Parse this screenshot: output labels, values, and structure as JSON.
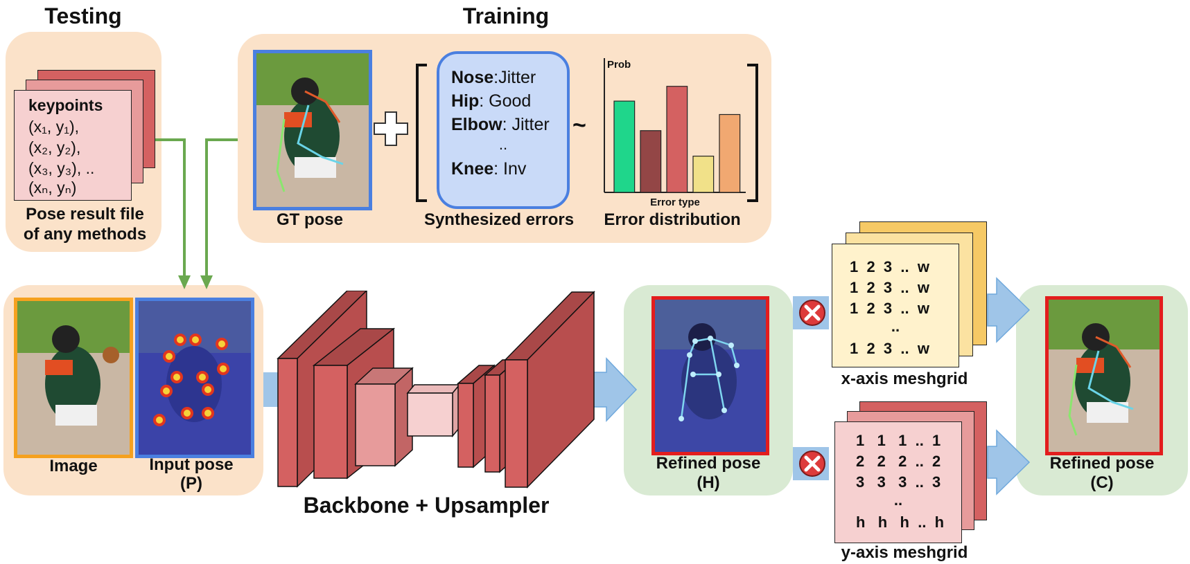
{
  "headers": {
    "testing": "Testing",
    "training": "Training"
  },
  "testing_card": {
    "title": "keypoints",
    "lines": [
      "(x₁, y₁),",
      "(x₂, y₂),",
      "(x₃, y₃), ..",
      "(xₙ, yₙ)"
    ],
    "caption_1": "Pose result file",
    "caption_2": "of any methods"
  },
  "training": {
    "gt_caption": "GT pose",
    "errors_caption": "Synthesized errors",
    "dist_caption": "Error distribution",
    "errors": [
      {
        "part": "Nose",
        "value": ":Jitter"
      },
      {
        "part": "Hip",
        "value": ": Good"
      },
      {
        "part": "Elbow",
        "value": ": Jitter"
      },
      {
        "part": "",
        "value": ".."
      },
      {
        "part": "Knee",
        "value": ": Inv"
      }
    ],
    "tilde": "~"
  },
  "chart_data": {
    "type": "bar",
    "title": "",
    "ylabel": "Prob",
    "xlabel": "Error type",
    "categories": [
      "",
      "",
      "",
      "",
      ""
    ],
    "values": [
      0.68,
      0.46,
      0.79,
      0.27,
      0.58
    ],
    "colors": [
      "#1fd68b",
      "#934646",
      "#d46161",
      "#f1e189",
      "#f1a871"
    ],
    "ylim": [
      0,
      1
    ],
    "grid": false
  },
  "input": {
    "image_caption": "Image",
    "pose_caption_1": "Input pose",
    "pose_caption_2": "(P)"
  },
  "backbone": {
    "caption": "Backbone + Upsampler"
  },
  "refined_h": {
    "caption_1": "Refined pose",
    "caption_2": "(H)"
  },
  "refined_c": {
    "caption_1": "Refined pose",
    "caption_2": "(C)"
  },
  "x_grid": {
    "caption": "x-axis meshgrid",
    "rows": [
      "1  2  3  ..  w",
      "1  2  3  ..  w",
      "1  2  3  ..  w",
      "..",
      "1  2  3  ..  w"
    ]
  },
  "y_grid": {
    "caption": "y-axis meshgrid",
    "rows": [
      "1   1   1  ..  1",
      "2   2   2  ..  2",
      "3   3   3  ..  3",
      "..",
      "h   h   h  ..  h"
    ]
  },
  "colors": {
    "panel_peach": "#fbe2c9",
    "panel_green": "#d9ead3",
    "frame_orange": "#f5a11f",
    "frame_blue": "#4a7fe0",
    "frame_red": "#e31d1d",
    "arrow_green": "#6aa84f",
    "arrow_blue": "#9fc5e8",
    "block_red": "#d46161"
  }
}
